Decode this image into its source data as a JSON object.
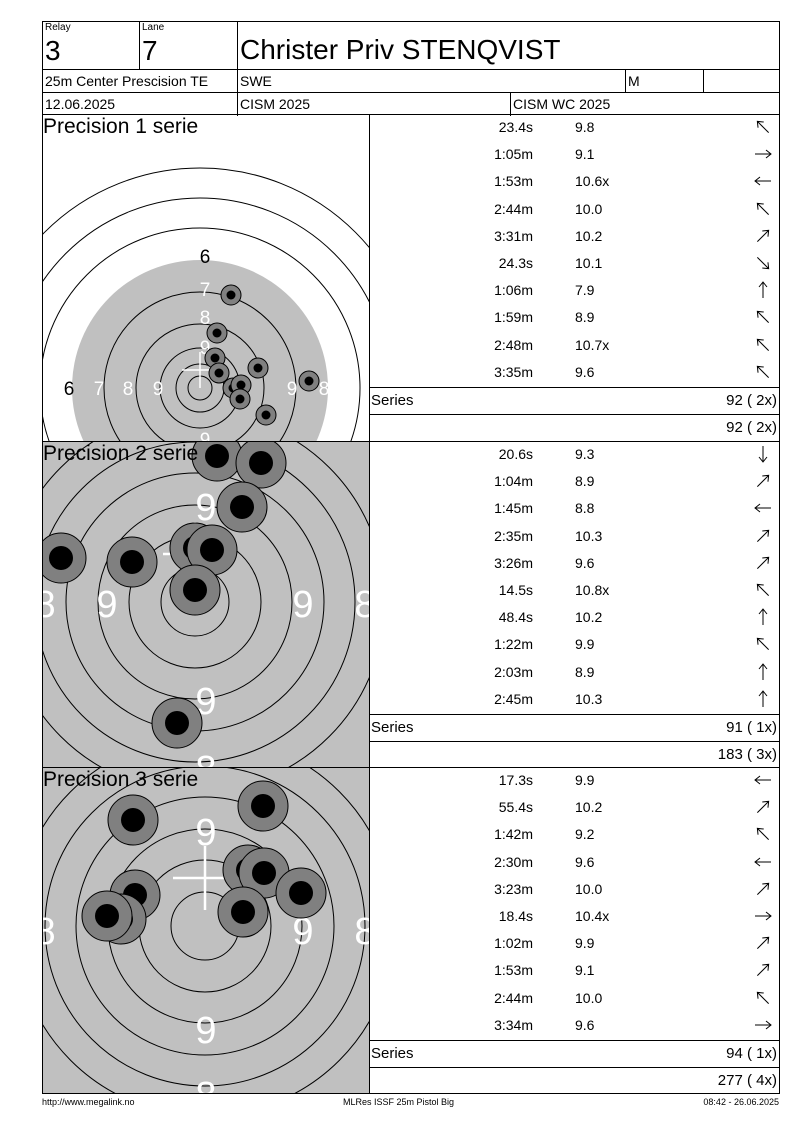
{
  "header": {
    "relay_label": "Relay",
    "relay": "3",
    "lane_label": "Lane",
    "lane": "7",
    "name": "Christer Priv STENQVIST",
    "event": "25m Center Prescision TE",
    "country": "SWE",
    "gender": "M",
    "date": "12.06.2025",
    "competition": "CISM 2025",
    "championship": "CISM WC 2025"
  },
  "series": [
    {
      "title": "Precision 1 serie",
      "shots": [
        {
          "time": "23.4s",
          "score": "9.8",
          "dir": "up-left"
        },
        {
          "time": "1:05m",
          "score": "9.1",
          "dir": "right"
        },
        {
          "time": "1:53m",
          "score": "10.6x",
          "dir": "left"
        },
        {
          "time": "2:44m",
          "score": "10.0",
          "dir": "up-left"
        },
        {
          "time": "3:31m",
          "score": "10.2",
          "dir": "up-right"
        },
        {
          "time": "24.3s",
          "score": "10.1",
          "dir": "down-right"
        },
        {
          "time": "1:06m",
          "score": "7.9",
          "dir": "up"
        },
        {
          "time": "1:59m",
          "score": "8.9",
          "dir": "up-left"
        },
        {
          "time": "2:48m",
          "score": "10.7x",
          "dir": "up-left"
        },
        {
          "time": "3:35m",
          "score": "9.6",
          "dir": "up-left"
        }
      ],
      "series_label": "Series",
      "series_total": "92 ( 2x)",
      "cumulative": "92 ( 2x)"
    },
    {
      "title": "Precision 2 serie",
      "shots": [
        {
          "time": "20.6s",
          "score": "9.3",
          "dir": "down"
        },
        {
          "time": "1:04m",
          "score": "8.9",
          "dir": "up-right"
        },
        {
          "time": "1:45m",
          "score": "8.8",
          "dir": "left"
        },
        {
          "time": "2:35m",
          "score": "10.3",
          "dir": "up-right"
        },
        {
          "time": "3:26m",
          "score": "9.6",
          "dir": "up-right"
        },
        {
          "time": "14.5s",
          "score": "10.8x",
          "dir": "up-left"
        },
        {
          "time": "48.4s",
          "score": "10.2",
          "dir": "up"
        },
        {
          "time": "1:22m",
          "score": "9.9",
          "dir": "up-left"
        },
        {
          "time": "2:03m",
          "score": "8.9",
          "dir": "up"
        },
        {
          "time": "2:45m",
          "score": "10.3",
          "dir": "up"
        }
      ],
      "series_label": "Series",
      "series_total": "91 ( 1x)",
      "cumulative": "183 ( 3x)"
    },
    {
      "title": "Precision 3 serie",
      "shots": [
        {
          "time": "17.3s",
          "score": "9.9",
          "dir": "left"
        },
        {
          "time": "55.4s",
          "score": "10.2",
          "dir": "up-right"
        },
        {
          "time": "1:42m",
          "score": "9.2",
          "dir": "up-left"
        },
        {
          "time": "2:30m",
          "score": "9.6",
          "dir": "left"
        },
        {
          "time": "3:23m",
          "score": "10.0",
          "dir": "up-right"
        },
        {
          "time": "18.4s",
          "score": "10.4x",
          "dir": "right"
        },
        {
          "time": "1:02m",
          "score": "9.9",
          "dir": "up-right"
        },
        {
          "time": "1:53m",
          "score": "9.1",
          "dir": "up-right"
        },
        {
          "time": "2:44m",
          "score": "10.0",
          "dir": "up-left"
        },
        {
          "time": "3:34m",
          "score": "9.6",
          "dir": "right"
        }
      ],
      "series_label": "Series",
      "series_total": "94 ( 1x)",
      "cumulative": "277 ( 4x)"
    }
  ],
  "footer": {
    "url": "http://www.megalink.no",
    "software": "MLRes ISSF 25m Pistol Big",
    "timestamp": "08:42 - 26.06.2025"
  },
  "colors": {
    "target_gray": "#c0c0c0",
    "hole_outer": "#808080",
    "hole_inner": "#000000"
  }
}
